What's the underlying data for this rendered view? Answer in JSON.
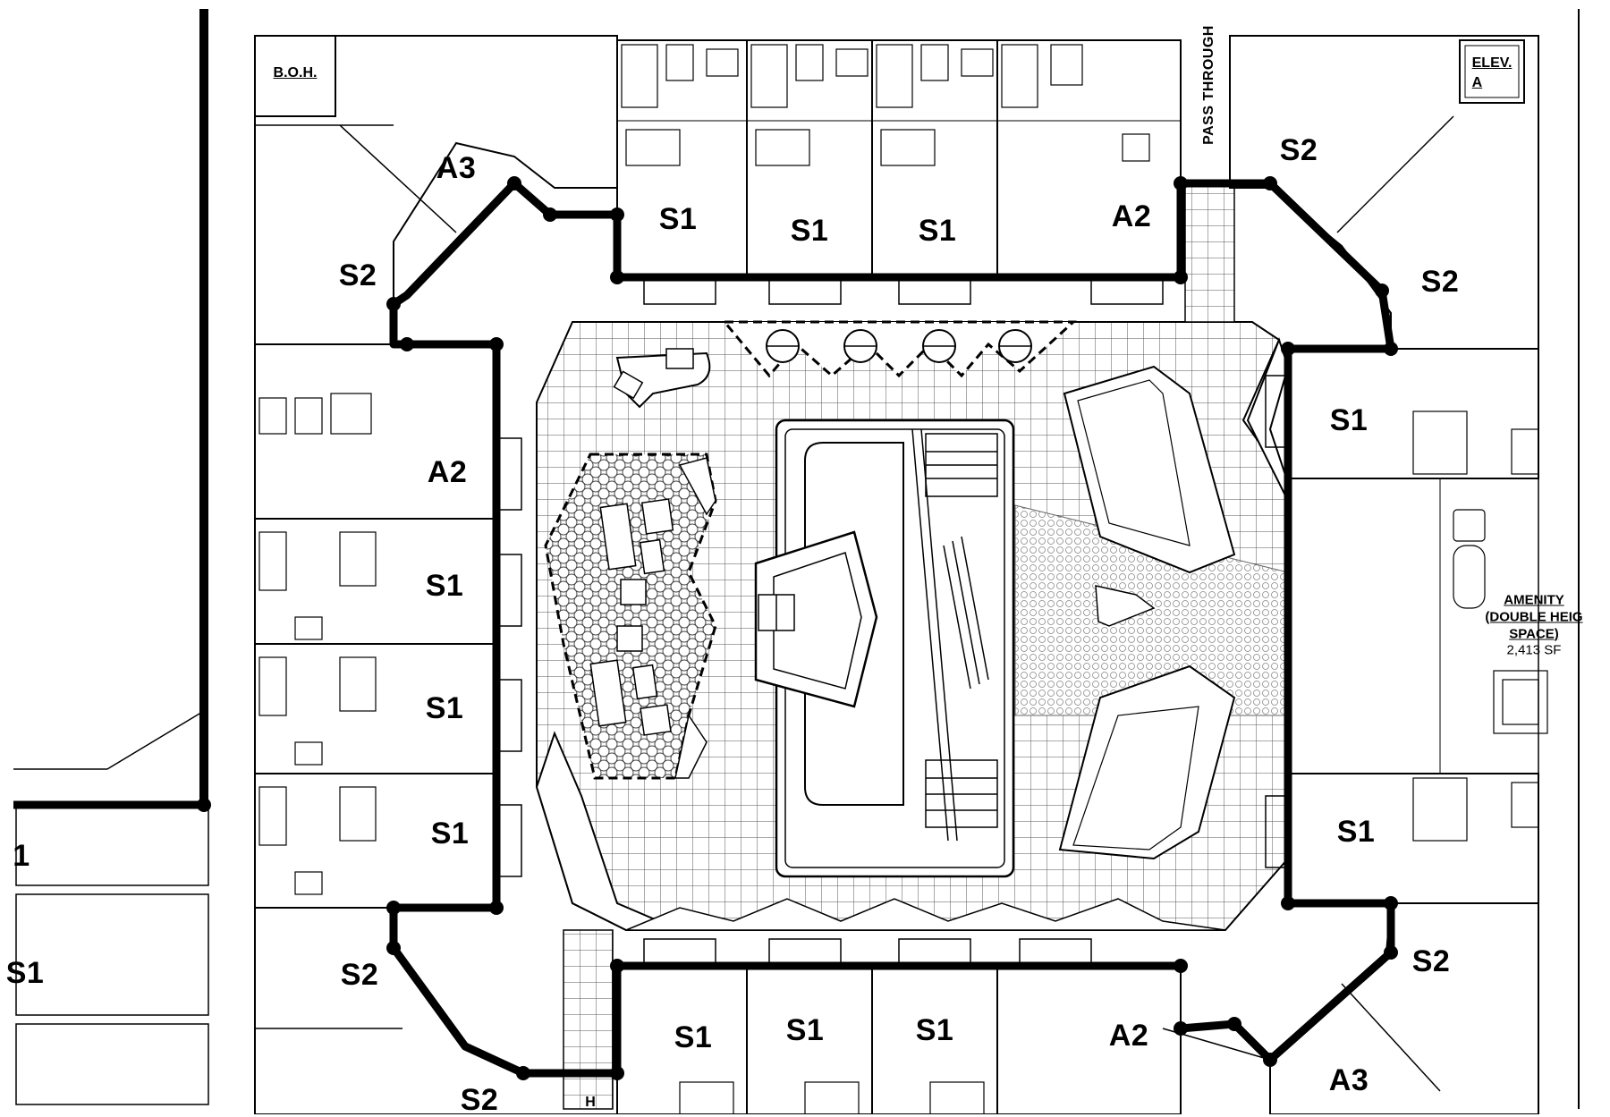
{
  "units": {
    "boh": "B.O.H.",
    "elev_line1": "ELEV.",
    "elev_line2": "A",
    "pass_through": "PASS THROUGH",
    "top_left_a3": "A3",
    "top_left_s2": "S2",
    "top_row": [
      "S1",
      "S1",
      "S1",
      "A2"
    ],
    "top_right_s2_a": "S2",
    "top_right_s2_b": "S2",
    "left_a2": "A2",
    "left_s1": [
      "S1",
      "S1",
      "S1"
    ],
    "right_s1_top": "S1",
    "right_s1_bottom": "S1",
    "bottom_left_s2": "S2",
    "bottom_left_s2_cut": "S2",
    "bottom_row": [
      "S1",
      "S1",
      "S1",
      "A2"
    ],
    "bottom_right_s2": "S2",
    "bottom_right_a3": "A3",
    "far_left_cut_1": "1",
    "far_left_cut_2": "S1",
    "bottom_cut_h": "H"
  },
  "amenity": {
    "line1": "AMENITY",
    "line2": "(DOUBLE HEIG",
    "line3": "SPACE)",
    "area": "2,413 SF"
  }
}
